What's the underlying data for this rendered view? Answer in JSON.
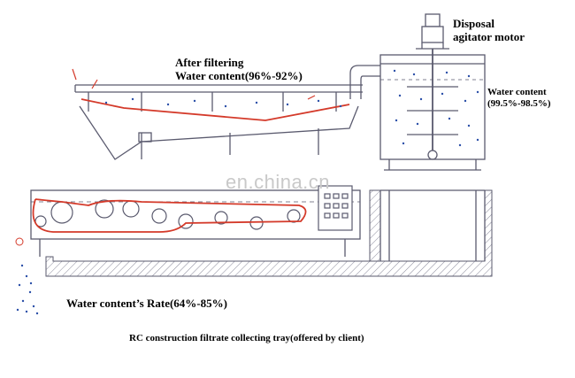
{
  "labels": {
    "after_filtering_line1": "After filtering",
    "after_filtering_line2": "Water content(96%-92%)",
    "motor_line1": "Disposal",
    "motor_line2": "agitator motor",
    "tank_water_line1": "Water content",
    "tank_water_line2": "(99.5%-98.5%)",
    "water_rate": "Water content’s Rate(64%-85%)",
    "tray_caption": "RC construction filtrate collecting tray(offered by client)"
  },
  "watermark": "en.china.cn",
  "colors": {
    "line": "#5a5a6e",
    "belt": "#d43a2a",
    "dots": "#2b4fa8",
    "hatch": "#8a8a9a",
    "watermark": "#c9c9c9"
  }
}
